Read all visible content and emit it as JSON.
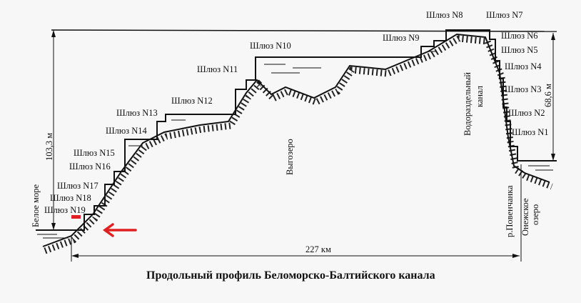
{
  "title": "Продольный профиль Беломорско-Балтийского канала",
  "locks": [
    "Шлюз N1",
    "Шлюз N2",
    "Шлюз N3",
    "Шлюз N4",
    "Шлюз N5",
    "Шлюз N6",
    "Шлюз N7",
    "Шлюз N8",
    "Шлюз N9",
    "Шлюз N10",
    "Шлюз N11",
    "Шлюз N12",
    "Шлюз N13",
    "Шлюз N14",
    "Шлюз N15",
    "Шлюз N16",
    "Шлюз N17",
    "Шлюз N18",
    "Шлюз N19"
  ],
  "labels": {
    "white_sea": "Белое море",
    "height_left": "103,3 м",
    "vygozero": "Выгозеро",
    "watershed_1": "Водораздельный",
    "watershed_2": "канал",
    "height_right": "68,6 м",
    "povenchanka": "р.Повенчанка",
    "onega_1": "Онежское",
    "onega_2": "озеро",
    "length": "227 км"
  },
  "colors": {
    "marker": "#e02020",
    "ink": "#111111"
  }
}
